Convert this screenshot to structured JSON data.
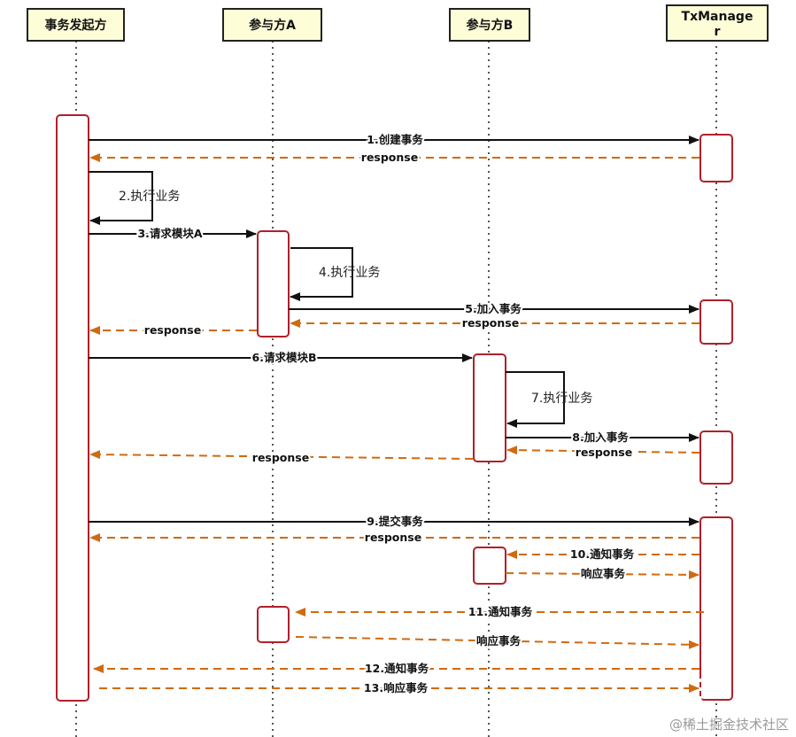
{
  "participants": [
    {
      "label": "事务发起方"
    },
    {
      "label": "参与方A"
    },
    {
      "label": "参与方B"
    },
    {
      "label": "TxManage",
      "label2": "r"
    }
  ],
  "messages": [
    {
      "label": "1.创建事务"
    },
    {
      "label": "response"
    },
    {
      "label": "2.执行业务"
    },
    {
      "label": "3.请求模块A"
    },
    {
      "label": "4.执行业务"
    },
    {
      "label": "5.加入事务"
    },
    {
      "label": "response"
    },
    {
      "label": "response"
    },
    {
      "label": "6.请求模块B"
    },
    {
      "label": "7.执行业务"
    },
    {
      "label": "8.加入事务"
    },
    {
      "label": "response"
    },
    {
      "label": "response"
    },
    {
      "label": "9.提交事务"
    },
    {
      "label": "response"
    },
    {
      "label": "10.通知事务"
    },
    {
      "label": "响应事务"
    },
    {
      "label": "11.通知事务"
    },
    {
      "label": "响应事务"
    },
    {
      "label": "12.通知事务"
    },
    {
      "label": "13.响应事务"
    }
  ],
  "watermark": "@稀土掘金技术社区",
  "colors": {
    "head_fill": "#fdfdd8",
    "head_border": "#222222",
    "activation_border": "#b0202a",
    "sync_arrow": "#111111",
    "return_arrow": "#d06a10",
    "lifeline": "#555555"
  }
}
